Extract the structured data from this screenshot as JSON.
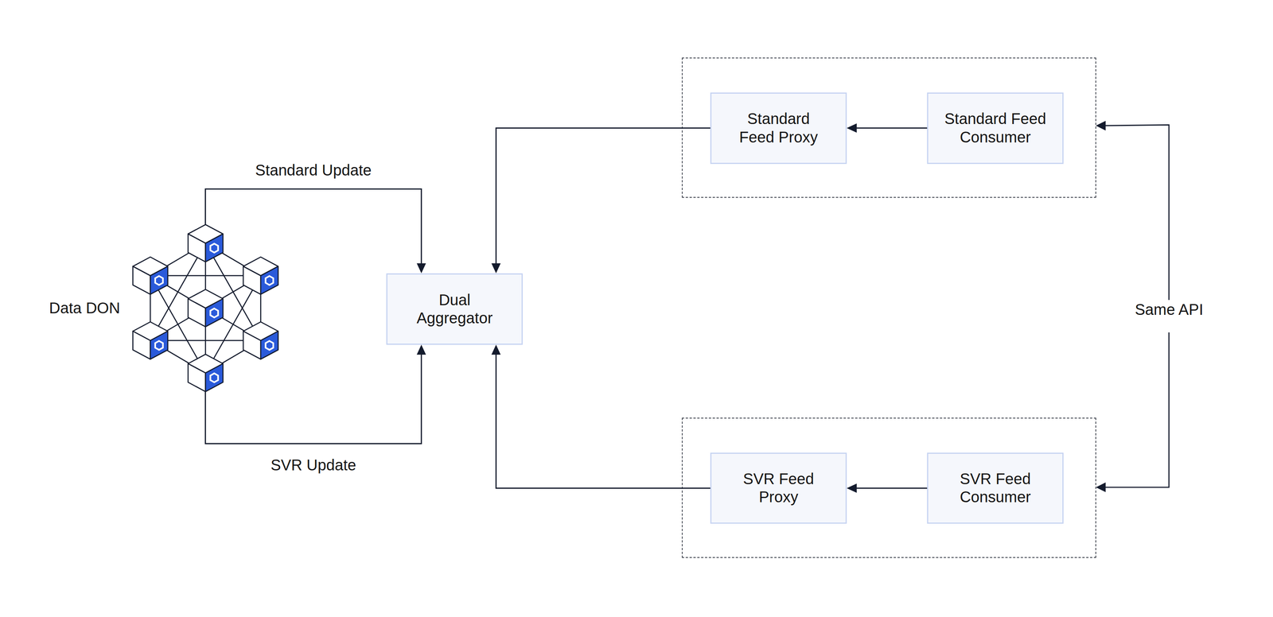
{
  "diagram": {
    "nodes": [
      {
        "text": [
          "Data DON"
        ]
      },
      {
        "text": [
          "Dual Aggregator"
        ]
      },
      {
        "text": []
      },
      {
        "text": [
          "Standard Feed Proxy"
        ],
        "in": 2
      },
      {
        "text": [
          "Standard Feed Consumer"
        ],
        "in": 2
      },
      {
        "text": []
      },
      {
        "text": [
          "SVR Feed Proxy"
        ],
        "in": 5
      },
      {
        "text": [
          "SVR Feed Consumer"
        ],
        "in": 5
      }
    ],
    "edges": [
      {
        "from": 0,
        "to": 1,
        "label": "Standard Update",
        "arrow": "to"
      },
      {
        "from": 0,
        "to": 1,
        "label": "SVR Update",
        "arrow": "to"
      },
      {
        "from": 4,
        "to": 3,
        "arrow": "to"
      },
      {
        "from": 3,
        "to": 1,
        "arrow": "to"
      },
      {
        "from": 7,
        "to": 6,
        "arrow": "to"
      },
      {
        "from": 6,
        "to": 1,
        "arrow": "to"
      }
    ],
    "labels": [
      "Same API"
    ]
  }
}
